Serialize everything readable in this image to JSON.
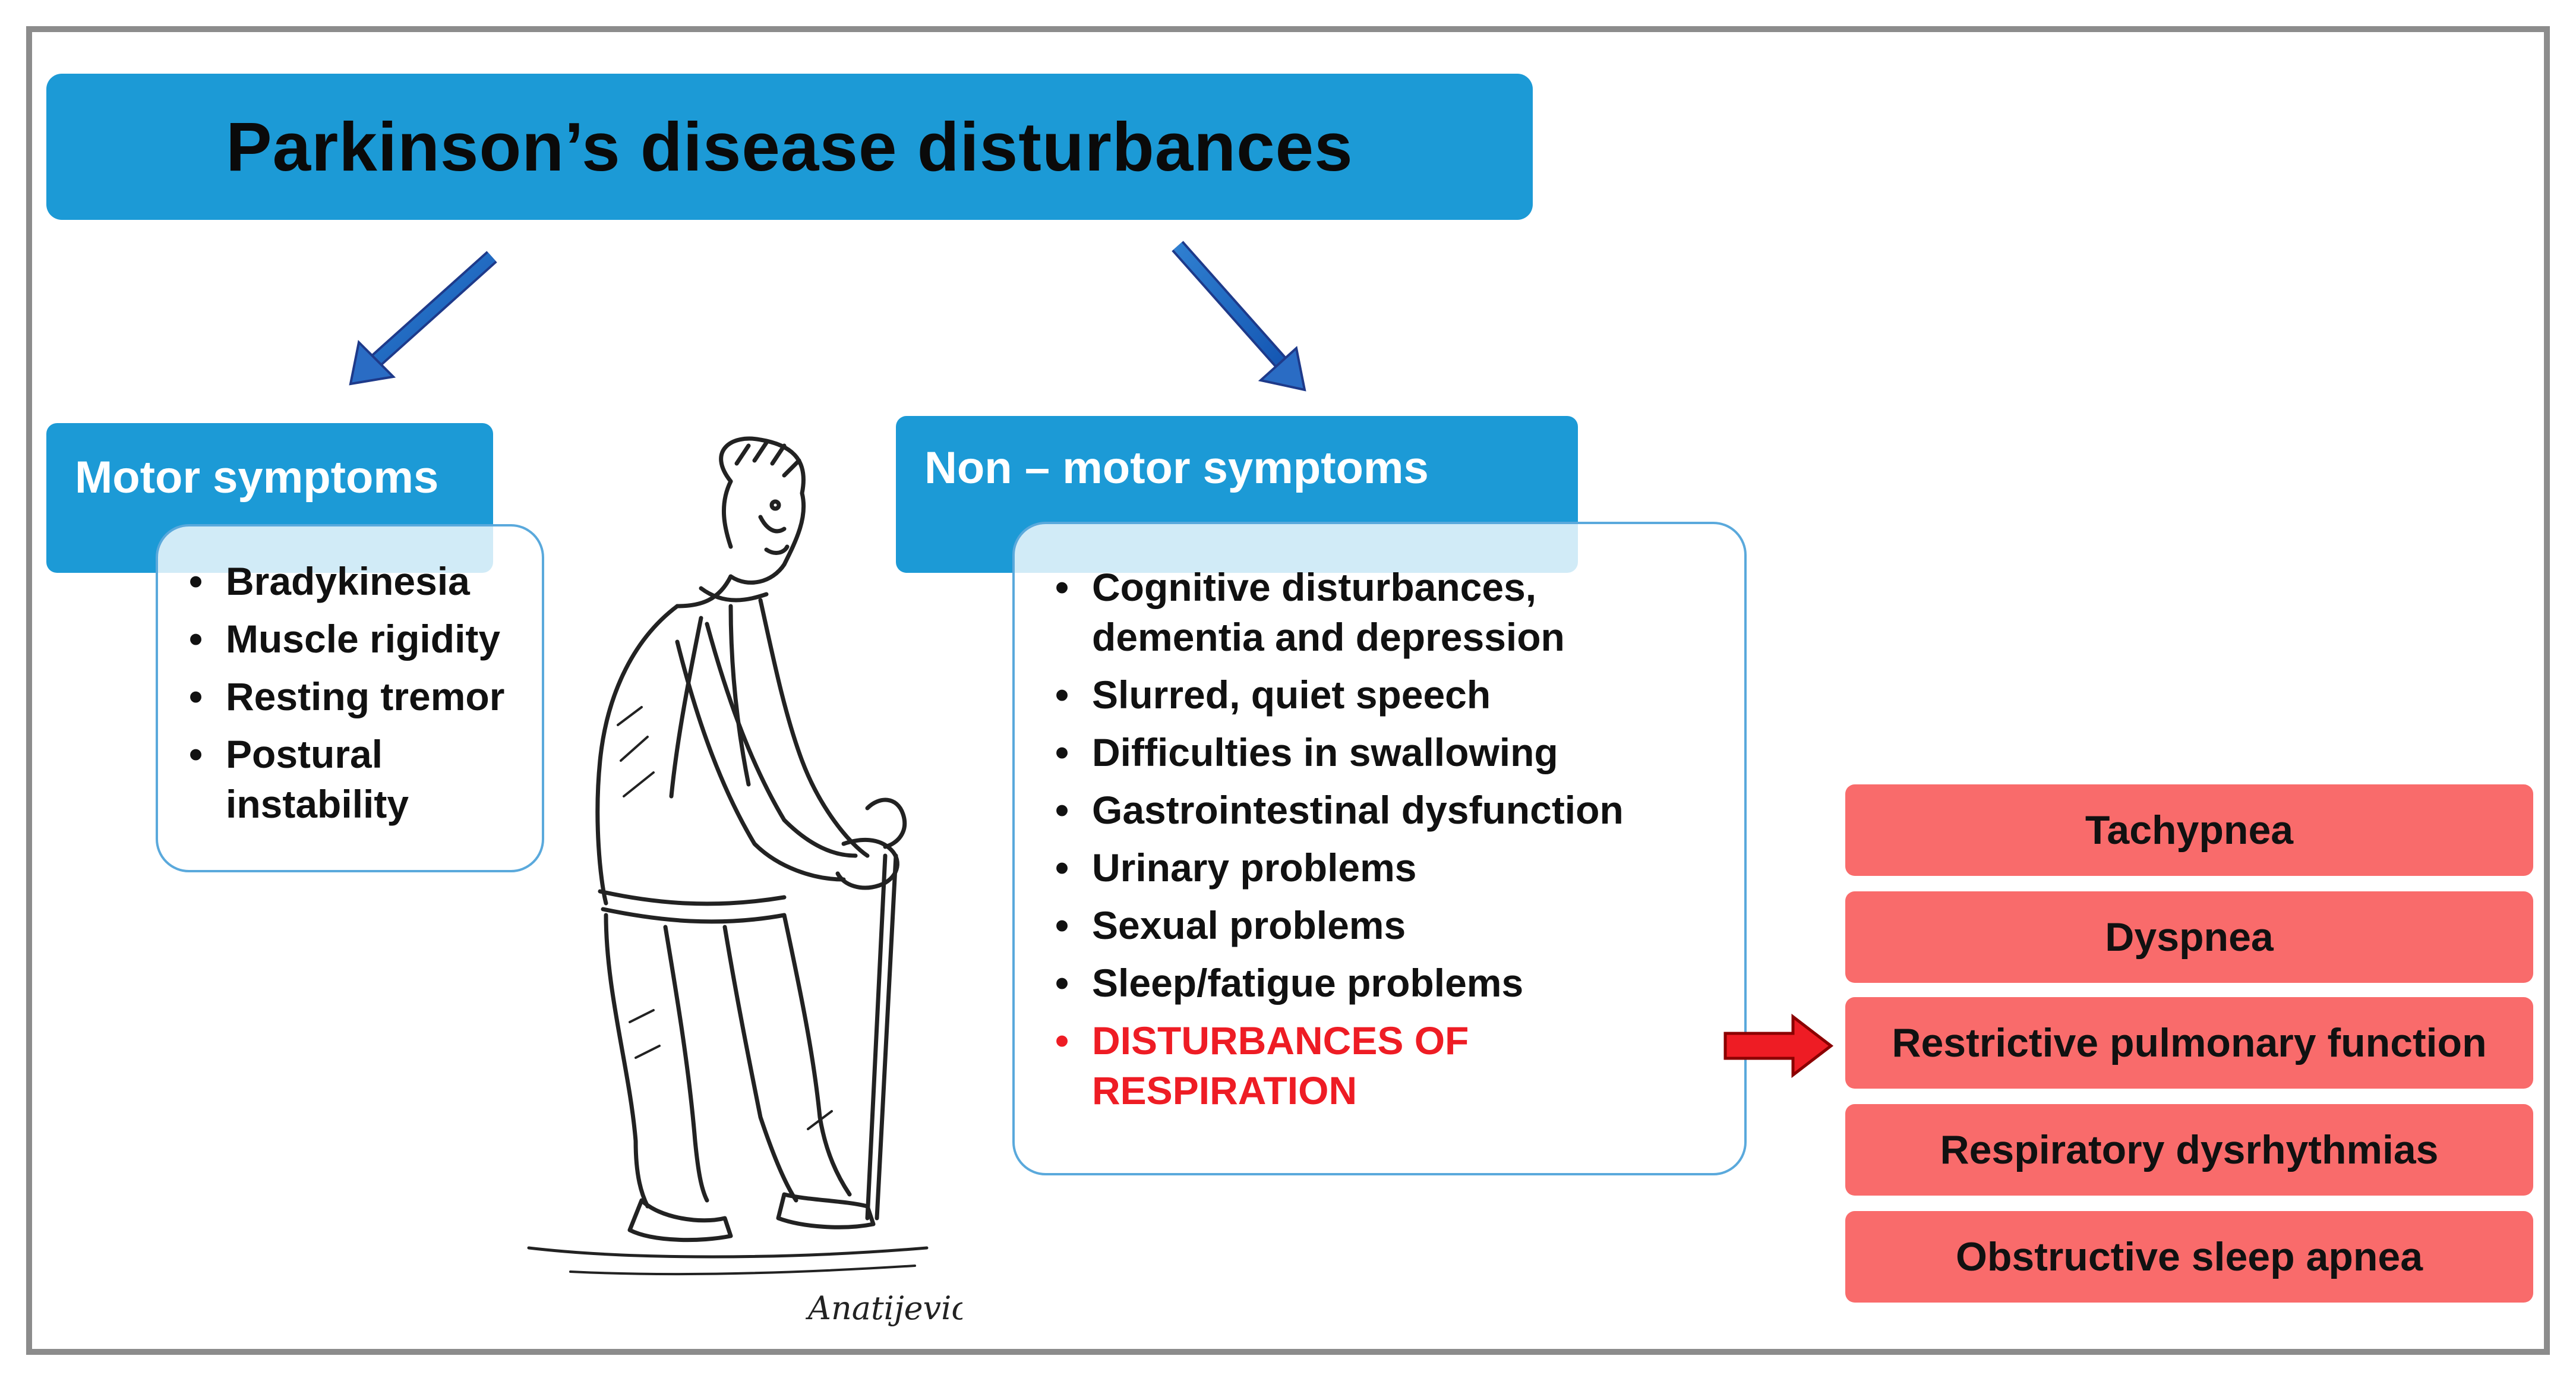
{
  "title": "Parkinson’s disease disturbances",
  "motor": {
    "heading": "Motor symptoms",
    "items": [
      "Bradykinesia",
      "Muscle rigidity",
      "Resting tremor",
      "Postural instability"
    ]
  },
  "non_motor": {
    "heading": "Non – motor symptoms",
    "items": [
      "Cognitive disturbances, dementia and depression",
      "Slurred, quiet speech",
      "Difficulties in swallowing",
      "Gastrointestinal dysfunction",
      "Urinary problems",
      "Sexual problems",
      "Sleep/fatigue problems"
    ],
    "highlight": "DISTURBANCES OF RESPIRATION"
  },
  "respiration": [
    "Tachypnea",
    "Dyspnea",
    "Restrictive pulmonary  function",
    "Respiratory dysrhythmias",
    "Obstructive sleep apnea"
  ],
  "signature": "Anatijevic",
  "colors": {
    "blue": "#1c9ad6",
    "red_box": "#f96b6b",
    "red_text": "#ee1c24",
    "frame": "#8c8c8c"
  }
}
